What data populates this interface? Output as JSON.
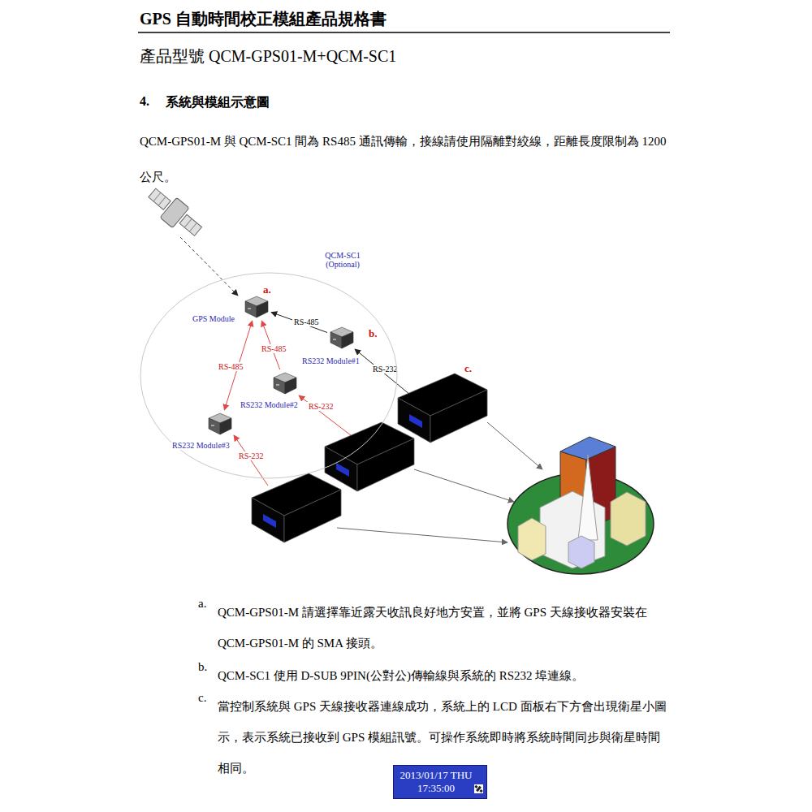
{
  "diagram": {
    "title": "GPS 自動時間校正模組產品規格書",
    "nodes": [
      {
        "text": [
          "QCM-SC1 (Optional)"
        ]
      },
      {
        "text": [
          "GPS Module"
        ],
        "in": 0
      },
      {
        "text": [
          "RS232 Module#1"
        ],
        "in": 0
      },
      {
        "text": [
          "RS232 Module#2"
        ],
        "in": 0
      },
      {
        "text": [
          "RS232 Module#3"
        ],
        "in": 0
      },
      {
        "text": [
          "2013/01/17 THU 17:35:00"
        ]
      }
    ],
    "edges": [
      {
        "from": 2,
        "to": 1,
        "label": "RS-485",
        "arrow": "to"
      },
      {
        "from": 3,
        "to": 1,
        "label": "RS-485",
        "arrow": "to"
      },
      {
        "from": 4,
        "to": 1,
        "label": "RS-485",
        "arrow": "both"
      }
    ],
    "labels": [
      "產品型號 QCM-GPS01-M+QCM-SC1",
      "4.",
      "系統與模組示意圖",
      "QCM-GPS01-M 與 QCM-SC1 間為 RS485 通訊傳輸，接線請使用隔離對絞線，距離長度限制為 1200 公尺。",
      "a.",
      "b.",
      "c.",
      "RS-232",
      "RS-232",
      "RS-232",
      "a.",
      "QCM-GPS01-M 請選擇靠近露天收訊良好地方安置，並將 GPS 天線接收器安裝在 QCM-GPS01-M 的 SMA 接頭。",
      "b.",
      "QCM-SC1 使用 D-SUB 9PIN(公對公)傳輸線與系統的 RS232 埠連線。",
      "c.",
      "當控制系統與 GPS 天線接收器連線成功，系統上的 LCD 面板右下方會出現衛星小圖示，表示系統已接收到 GPS 模組訊號。可操作系統即時將系統時間同步與衛星時間相同。"
    ]
  }
}
